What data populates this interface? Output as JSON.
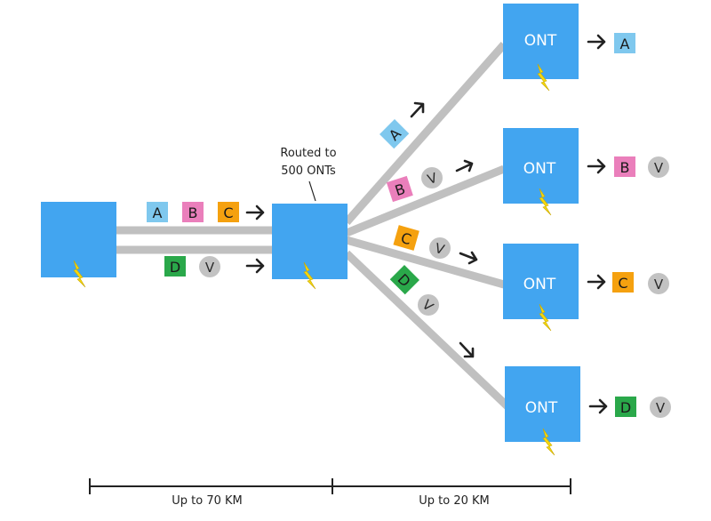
{
  "colors": {
    "node": "#42a5f0",
    "fiber": "#c0c0c0",
    "bolt": "#f5d80d",
    "signal_A": "#7fc8ee",
    "signal_B": "#ea7fbb",
    "signal_C": "#f5a10f",
    "signal_D": "#2aa84a",
    "video": "#c2c2c2"
  },
  "icons": [
    "lightning-bolt-icon",
    "arrow-right-icon",
    "video-circle-icon"
  ],
  "signals": {
    "a": "A",
    "b": "B",
    "c": "C",
    "d": "D",
    "v": "V"
  },
  "splitter_note": {
    "line1": "Routed to",
    "line2": "500 ONTs"
  },
  "onts": [
    {
      "label": "ONT",
      "output": [
        "A"
      ]
    },
    {
      "label": "ONT",
      "output": [
        "B",
        "V"
      ]
    },
    {
      "label": "ONT",
      "output": [
        "C",
        "V"
      ]
    },
    {
      "label": "ONT",
      "output": [
        "D",
        "V"
      ]
    }
  ],
  "scale": {
    "left_label": "Up to 70 KM",
    "right_label": "Up to 20 KM"
  }
}
